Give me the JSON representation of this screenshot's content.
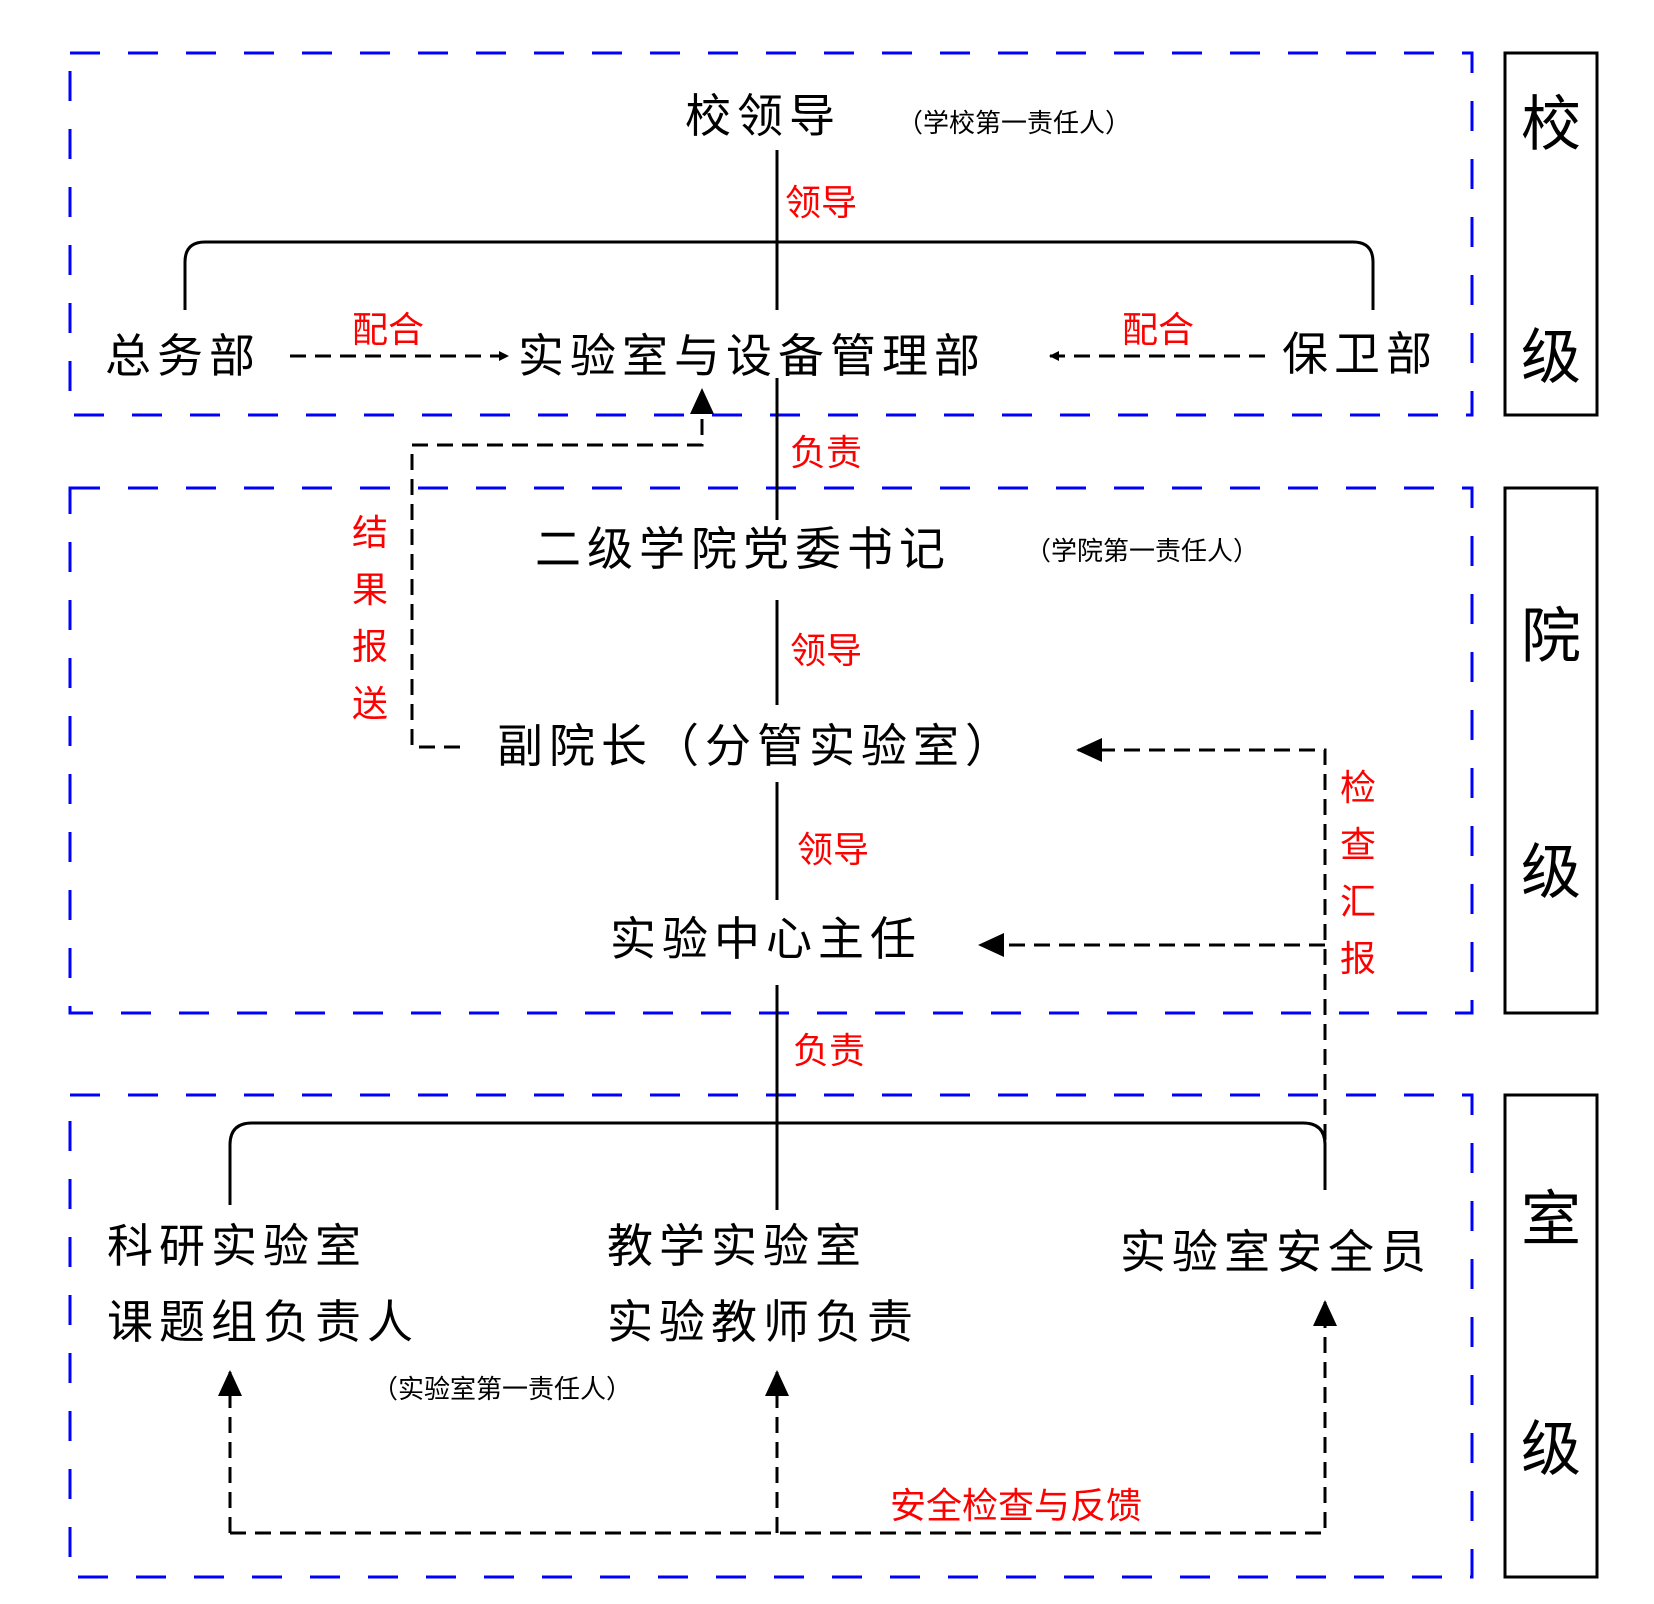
{
  "levels": {
    "school": "校级",
    "college": "院级",
    "lab": "室级"
  },
  "nodes": {
    "school_leader": "校领导",
    "school_leader_note": "（学校第一责任人）",
    "general_affairs": "总务部",
    "lab_equipment_dept": "实验室与设备管理部",
    "security_dept": "保卫部",
    "party_secretary": "二级学院党委书记",
    "party_secretary_note": "（学院第一责任人）",
    "vice_dean": "副院长（分管实验室）",
    "center_director": "实验中心主任",
    "research_lab_line1": "科研实验室",
    "research_lab_line2": "课题组负责人",
    "lab_first_responsible_note": "（实验室第一责任人）",
    "teaching_lab_line1": "教学实验室",
    "teaching_lab_line2": "实验教师负责",
    "safety_officer": "实验室安全员"
  },
  "relations": {
    "lead_1": "领导",
    "cooperate_left": "配合",
    "cooperate_right": "配合",
    "responsible_1": "负责",
    "lead_2": "领导",
    "lead_3": "领导",
    "responsible_2": "负责",
    "result_report": "结果报送",
    "inspection_report": "检查汇报",
    "safety_check_feedback": "安全检查与反馈"
  },
  "colors": {
    "zone_border": "#0000ff",
    "relation_text": "#ff0000",
    "node_text": "#000000"
  }
}
